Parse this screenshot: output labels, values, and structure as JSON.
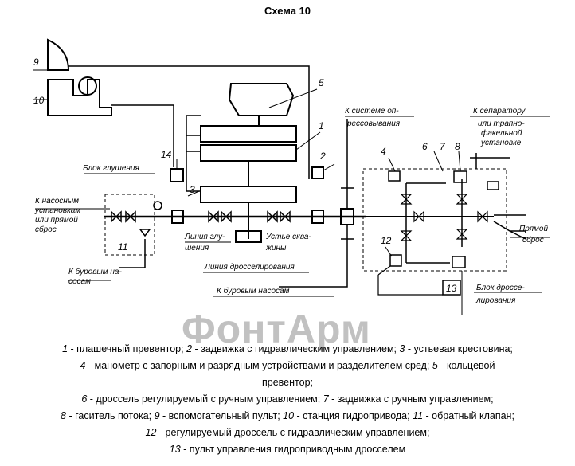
{
  "title": "Схема 10",
  "watermark": "ФонтАрм",
  "numbers": [
    "1",
    "2",
    "3",
    "4",
    "5",
    "6",
    "7",
    "8",
    "9",
    "10",
    "11",
    "12",
    "13",
    "14"
  ],
  "labels": {
    "block_glush_1": "Блок глушения",
    "from_pumps_1": "К насосным",
    "from_pumps_2": "установкам",
    "from_pumps_3": "или прямой",
    "from_pumps_4": "сброс",
    "to_rig_pumps_1": "К буровым на-",
    "to_rig_pumps_2": "сосам",
    "line_glush_1": "Линия глу-",
    "line_glush_2": "шения",
    "wellhead_1": "Устье сква-",
    "wellhead_2": "жины",
    "line_choke": "Линия дросселирования",
    "to_rig_pumps_bottom": "К буровым насосам",
    "to_pressure_1": "К системе оп-",
    "to_pressure_2": "рессовывания",
    "to_separator_1": "К сепаратору",
    "to_separator_2": "или трапно-",
    "to_separator_3": "факельной",
    "to_separator_4": "установке",
    "direct_1": "Прямой",
    "direct_2": "сброс",
    "block_choke_1": "Блок дроссе-",
    "block_choke_2": "лирования"
  },
  "legend": [
    {
      "parts": [
        [
          "1",
          " - плашечный превентор; "
        ],
        [
          "2",
          " - задвижка с гидравлическим управлением; "
        ],
        [
          "3",
          " - устьевая крестовина;"
        ]
      ]
    },
    {
      "parts": [
        [
          "4",
          " - манометр с запорным и разрядным устройствами и разделителем сред; "
        ],
        [
          "5",
          " - кольцевой"
        ]
      ]
    },
    {
      "parts": [
        [
          "",
          "превентор;"
        ]
      ]
    },
    {
      "parts": [
        [
          "6",
          " - дроссель регулируемый с ручным управлением; "
        ],
        [
          "7",
          " - задвижка с ручным управлением;"
        ]
      ]
    },
    {
      "parts": [
        [
          "8",
          " - гаситель потока; "
        ],
        [
          "9",
          " - вспомогательный пульт; "
        ],
        [
          "10",
          " - станция гидропривода; "
        ],
        [
          "11",
          " - обратный клапан;"
        ]
      ]
    },
    {
      "parts": [
        [
          "12",
          " - регулируемый дроссель с гидравлическим управлением;"
        ]
      ]
    },
    {
      "parts": [
        [
          "13",
          " - пульт управления гидроприводным дросселем"
        ]
      ]
    }
  ]
}
